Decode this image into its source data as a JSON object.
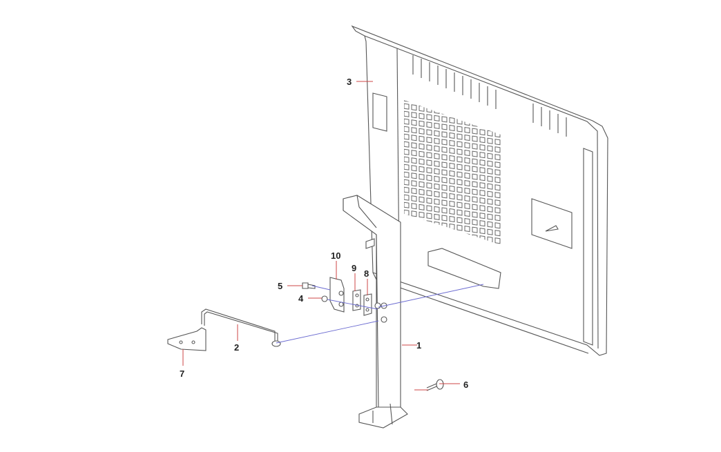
{
  "diagram": {
    "type": "exploded-parts-view",
    "callouts": [
      {
        "id": "1",
        "label": "1"
      },
      {
        "id": "2",
        "label": "2"
      },
      {
        "id": "3",
        "label": "3"
      },
      {
        "id": "4",
        "label": "4"
      },
      {
        "id": "5",
        "label": "5"
      },
      {
        "id": "6",
        "label": "6"
      },
      {
        "id": "7",
        "label": "7"
      },
      {
        "id": "8",
        "label": "8"
      },
      {
        "id": "9",
        "label": "9"
      },
      {
        "id": "10",
        "label": "10"
      }
    ],
    "colors": {
      "line": "#555555",
      "leader": "#cc4444",
      "axis": "#6a6ad0"
    }
  }
}
